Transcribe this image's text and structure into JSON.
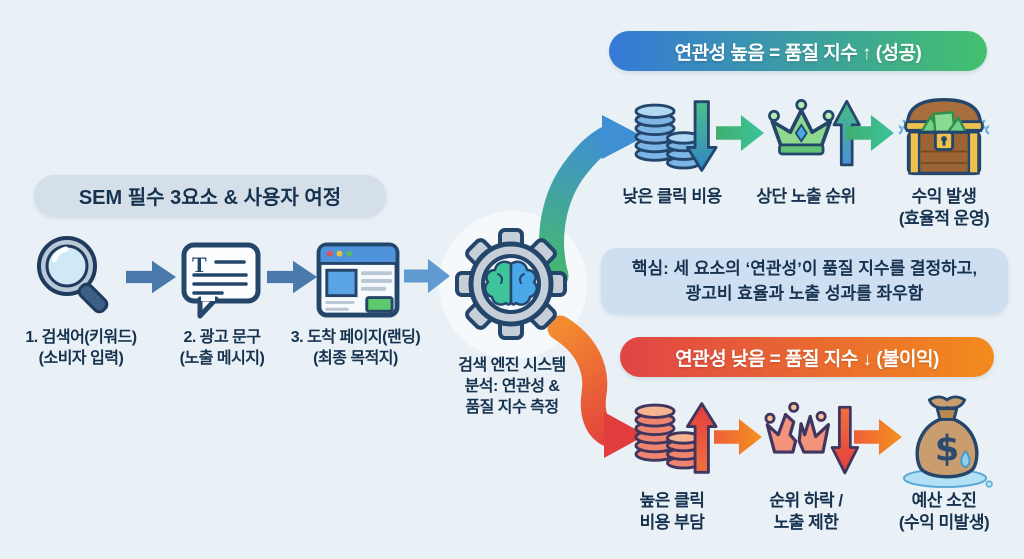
{
  "colors": {
    "background": "#e9f1f6",
    "text_navy": "#17324f",
    "outline_navy": "#24466b",
    "title_banner_bg": "#d5dfe9",
    "note_box_bg": "#cedff2",
    "flow_arrow_blue": "#4a7aab",
    "success_banner_gradient_start": "#3579d8",
    "success_banner_gradient_end": "#43c16d",
    "fail_banner_gradient_start": "#e04545",
    "fail_banner_gradient_end": "#f28b1e",
    "success_arrow_green": "#3fae6e",
    "fail_arrow_orange": "#f2811e"
  },
  "title_banner": {
    "label": "SEM 필수 3요소 & 사용자 여정"
  },
  "journey": {
    "steps": [
      {
        "icon": "magnifier-icon",
        "line1": "1. 검색어(키워드)",
        "line2": "(소비자 입력)"
      },
      {
        "icon": "ad-copy-speech-bubble-icon",
        "line1": "2. 광고 문구",
        "line2": "(노출 메시지)"
      },
      {
        "icon": "landing-page-browser-icon",
        "line1": "3. 도착 페이지(랜딩)",
        "line2": "(최종 목적지)"
      }
    ],
    "engine": {
      "icon": "gear-brain-icon",
      "line1": "검색 엔진 시스템",
      "line2": "분석: 연관성 &",
      "line3": "품질 지수 측정"
    }
  },
  "success_branch": {
    "banner": "연관성 높음 = 품질 지수 ↑ (성공)",
    "items": [
      {
        "icon": "blue-coins-down-arrow-icon",
        "line1": "낮은 클릭 비용",
        "line2": ""
      },
      {
        "icon": "crown-up-arrow-icon",
        "line1": "상단 노출 순위",
        "line2": ""
      },
      {
        "icon": "treasure-chest-icon",
        "line1": "수익 발생",
        "line2": "(효율적 운영)"
      }
    ]
  },
  "key_note": {
    "line1": "핵심: 세 요소의 ‘연관성’이 품질 지수를 결정하고,",
    "line2": "광고비 효율과 노출 성과를 좌우함"
  },
  "fail_branch": {
    "banner": "연관성 낮음 = 품질 지수 ↓ (불이익)",
    "items": [
      {
        "icon": "red-coins-up-arrow-icon",
        "line1": "높은 클릭",
        "line2": "비용 부담"
      },
      {
        "icon": "broken-crown-down-arrow-icon",
        "line1": "순위 하락 /",
        "line2": "노출 제한"
      },
      {
        "icon": "money-bag-icon",
        "line1": "예산 소진",
        "line2": "(수익 미발생)"
      }
    ]
  }
}
